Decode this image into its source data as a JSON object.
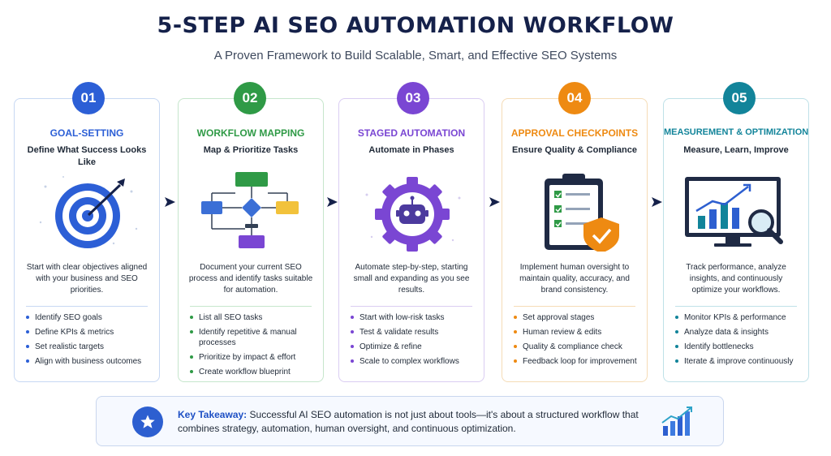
{
  "header": {
    "title": "5-STEP AI SEO AUTOMATION WORKFLOW",
    "subtitle": "A Proven Framework to Build Scalable, Smart, and Effective SEO Systems"
  },
  "steps": [
    {
      "number": "01",
      "title": "GOAL-SETTING",
      "subtitle": "Define What Success Looks Like",
      "icon": "target-icon",
      "color": "#2c5fd6",
      "border": "#c7d8f3",
      "description": "Start with clear objectives aligned with your business and SEO priorities.",
      "bullets": [
        "Identify SEO goals",
        "Define KPIs & metrics",
        "Set realistic targets",
        "Align with business outcomes"
      ]
    },
    {
      "number": "02",
      "title": "WORKFLOW MAPPING",
      "subtitle": "Map & Prioritize Tasks",
      "icon": "flowchart-icon",
      "color": "#2f9a46",
      "border": "#c6e6cc",
      "description": "Document your current SEO process and identify tasks suitable for automation.",
      "bullets": [
        "List all SEO tasks",
        "Identify repetitive & manual processes",
        "Prioritize by impact & effort",
        "Create workflow blueprint"
      ]
    },
    {
      "number": "03",
      "title": "STAGED AUTOMATION",
      "subtitle": "Automate in Phases",
      "icon": "robot-gear-icon",
      "color": "#7a46d3",
      "border": "#dacdf2",
      "description": "Automate step-by-step, starting small and expanding as you see results.",
      "bullets": [
        "Start with low-risk tasks",
        "Test & validate results",
        "Optimize & refine",
        "Scale to complex workflows"
      ]
    },
    {
      "number": "04",
      "title": "APPROVAL CHECKPOINTS",
      "subtitle": "Ensure Quality & Compliance",
      "icon": "clipboard-check-icon",
      "color": "#ee8a12",
      "border": "#f5dcb6",
      "description": "Implement human oversight to maintain quality, accuracy, and brand consistency.",
      "bullets": [
        "Set approval stages",
        "Human review & edits",
        "Quality & compliance check",
        "Feedback loop for improvement"
      ]
    },
    {
      "number": "05",
      "title": "MEASUREMENT & OPTIMIZATION",
      "subtitle": "Measure, Learn, Improve",
      "icon": "analytics-monitor-icon",
      "color": "#12849a",
      "border": "#bfe1e8",
      "description": "Track performance, analyze insights, and continuously optimize your workflows.",
      "bullets": [
        "Monitor KPIs & performance",
        "Analyze data & insights",
        "Identify bottlenecks",
        "Iterate & improve continuously"
      ]
    }
  ],
  "takeaway": {
    "label": "Key Takeaway:",
    "text": "Successful AI SEO automation is not just about tools—it's about a structured workflow that combines strategy, automation, human oversight, and continuous optimization.",
    "icon": "star-icon",
    "chart_icon": "growth-chart-icon"
  }
}
